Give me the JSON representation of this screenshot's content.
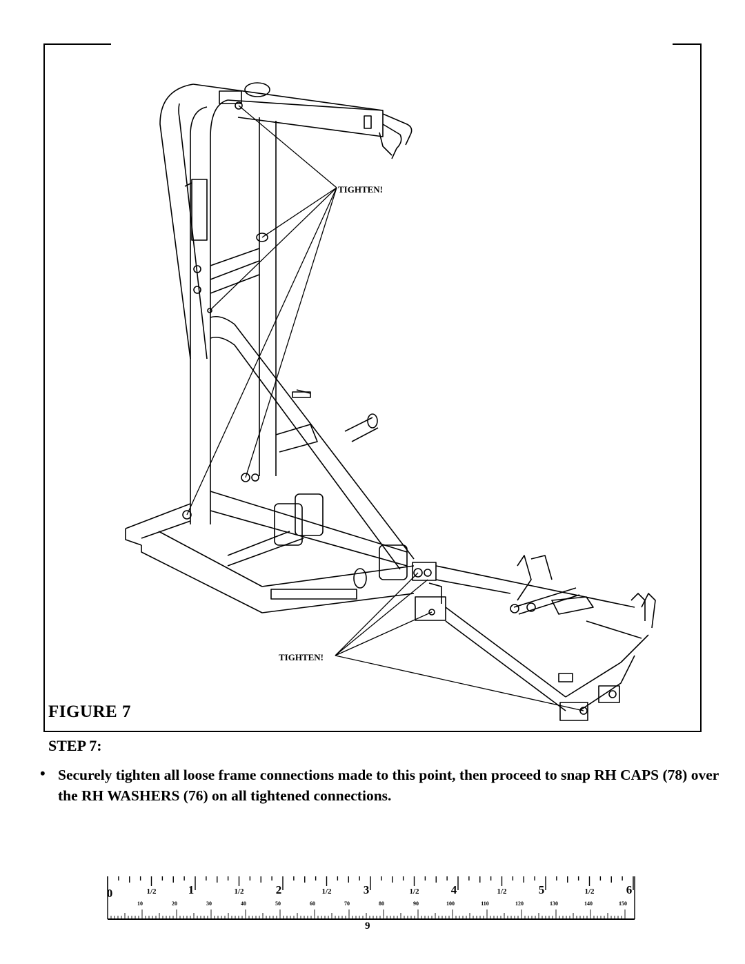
{
  "figure": {
    "label": "FIGURE 7",
    "callouts": {
      "top": "TIGHTEN!",
      "bottom": "TIGHTEN!"
    }
  },
  "step": {
    "title": "STEP 7:",
    "bullet": "•",
    "text": "Securely tighten all loose frame connections made to this point, then proceed to snap RH CAPS (78) over the RH WASHERS (76) on all tightened connections."
  },
  "ruler": {
    "inch_labels": [
      "0",
      "1",
      "2",
      "3",
      "4",
      "5",
      "6"
    ],
    "half_label": "1/2",
    "mm_labels": [
      "10",
      "20",
      "30",
      "40",
      "50",
      "60",
      "70",
      "80",
      "90",
      "100",
      "110",
      "120",
      "130",
      "140",
      "150"
    ]
  },
  "page_number": "9"
}
